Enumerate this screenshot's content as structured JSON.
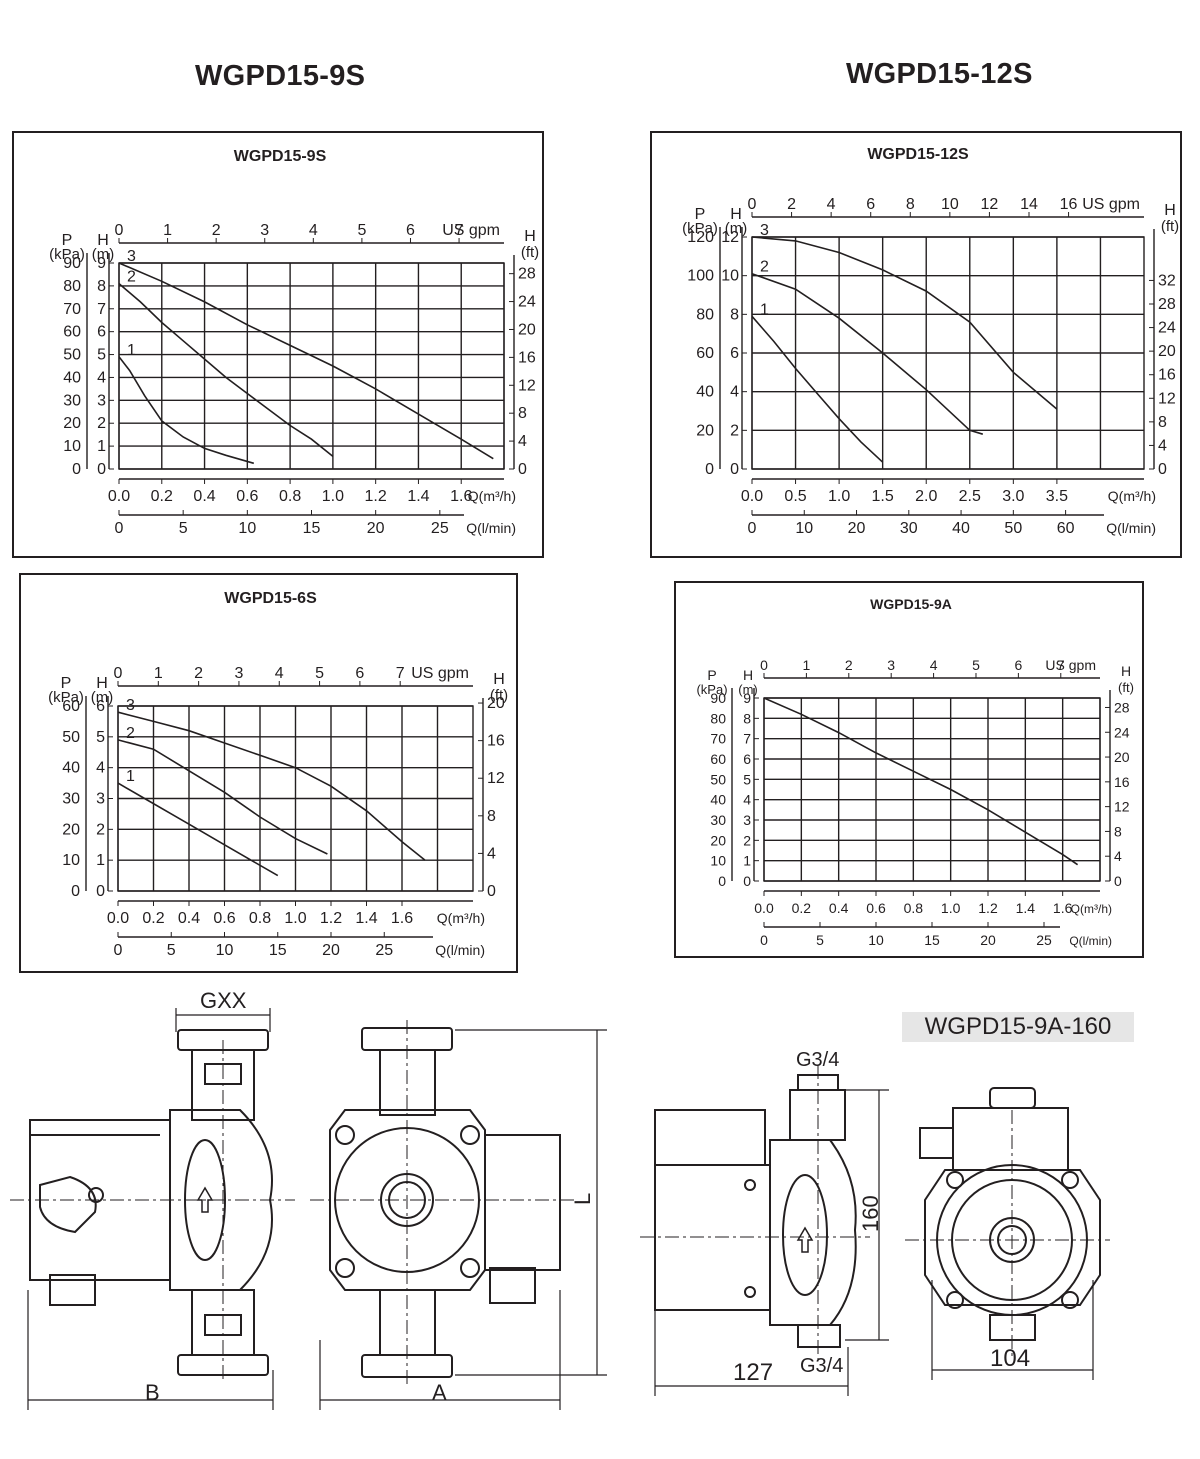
{
  "headings": {
    "left": "WGPD15-9S",
    "right": "WGPD15-12S"
  },
  "model_tag": "WGPD15-9A-160",
  "drawing_labels": {
    "gxx": "GXX",
    "b": "B",
    "a": "A",
    "l": "L",
    "g_top": "G3/4",
    "g_bottom": "G3/4",
    "h160": "160",
    "w127": "127",
    "w104": "104"
  },
  "chart_data": [
    {
      "id": "c9s",
      "type": "line",
      "title": "WGPD15-9S",
      "xlabel": "Q(m³/h)",
      "xlabel2": "Q(l/min)",
      "xlabel_top": "US gpm",
      "ylabel_p": "P (kPa)",
      "ylabel_h": "H (m)",
      "ylabel_ft": "H (ft)",
      "xlim": [
        0,
        1.8
      ],
      "ylim": [
        0,
        9
      ],
      "x_ticks": [
        "0.0",
        "0.2",
        "0.4",
        "0.6",
        "0.8",
        "1.0",
        "1.2",
        "1.4",
        "1.6"
      ],
      "h_ticks": [
        "0",
        "1",
        "2",
        "3",
        "4",
        "5",
        "6",
        "7",
        "8",
        "9"
      ],
      "p_ticks": [
        "0",
        "10",
        "20",
        "30",
        "40",
        "50",
        "60",
        "70",
        "80",
        "90"
      ],
      "ft_ticks": [
        "0",
        "4",
        "8",
        "12",
        "16",
        "20",
        "24",
        "28"
      ],
      "gpm_ticks": [
        "0",
        "1",
        "2",
        "3",
        "4",
        "5",
        "6",
        "7"
      ],
      "lmin_ticks": [
        "0",
        "5",
        "10",
        "15",
        "20",
        "25"
      ],
      "series": [
        {
          "name": "1",
          "x": [
            0,
            0.05,
            0.12,
            0.2,
            0.3,
            0.4,
            0.5,
            0.63
          ],
          "y": [
            4.9,
            4.3,
            3.2,
            2.1,
            1.4,
            0.9,
            0.6,
            0.25
          ]
        },
        {
          "name": "2",
          "x": [
            0,
            0.1,
            0.2,
            0.3,
            0.4,
            0.5,
            0.6,
            0.7,
            0.8,
            0.9,
            1.0
          ],
          "y": [
            8.1,
            7.3,
            6.4,
            5.6,
            4.8,
            4.0,
            3.3,
            2.6,
            1.9,
            1.3,
            0.55
          ]
        },
        {
          "name": "3",
          "x": [
            0,
            0.2,
            0.4,
            0.6,
            0.8,
            1.0,
            1.2,
            1.4,
            1.6,
            1.75
          ],
          "y": [
            9.0,
            8.2,
            7.3,
            6.3,
            5.4,
            4.5,
            3.5,
            2.4,
            1.3,
            0.45
          ]
        }
      ]
    },
    {
      "id": "c12s",
      "type": "line",
      "title": "WGPD15-12S",
      "xlabel": "Q(m³/h)",
      "xlabel2": "Q(l/min)",
      "xlabel_top": "US gpm",
      "ylabel_p": "P (kPa)",
      "ylabel_h": "H (m)",
      "ylabel_ft": "H (ft)",
      "xlim": [
        0,
        4.5
      ],
      "ylim": [
        0,
        12
      ],
      "x_ticks": [
        "0.0",
        "0.5",
        "1.0",
        "1.5",
        "2.0",
        "2.5",
        "3.0",
        "3.5"
      ],
      "h_ticks": [
        "0",
        "2",
        "4",
        "6",
        "8",
        "10",
        "12"
      ],
      "p_ticks": [
        "0",
        "20",
        "40",
        "60",
        "80",
        "100",
        "120"
      ],
      "ft_ticks": [
        "0",
        "4",
        "8",
        "12",
        "16",
        "20",
        "24",
        "28",
        "32"
      ],
      "gpm_ticks": [
        "0",
        "2",
        "4",
        "6",
        "8",
        "10",
        "12",
        "14",
        "16"
      ],
      "lmin_ticks": [
        "0",
        "10",
        "20",
        "30",
        "40",
        "50",
        "60"
      ],
      "series": [
        {
          "name": "1",
          "x": [
            0,
            0.25,
            0.5,
            0.75,
            1.0,
            1.25,
            1.5
          ],
          "y": [
            7.9,
            6.6,
            5.2,
            3.9,
            2.6,
            1.4,
            0.35
          ]
        },
        {
          "name": "2",
          "x": [
            0,
            0.5,
            1.0,
            1.5,
            2.0,
            2.5,
            2.65
          ],
          "y": [
            10.1,
            9.3,
            7.8,
            6.0,
            4.1,
            2.0,
            1.8
          ]
        },
        {
          "name": "3",
          "x": [
            0,
            0.5,
            1.0,
            1.5,
            2.0,
            2.5,
            3.0,
            3.5
          ],
          "y": [
            12.0,
            11.8,
            11.2,
            10.3,
            9.2,
            7.6,
            5.0,
            3.1
          ]
        }
      ]
    },
    {
      "id": "c6s",
      "type": "line",
      "title": "WGPD15-6S",
      "xlabel": "Q(m³/h)",
      "xlabel2": "Q(l/min)",
      "xlabel_top": "US gpm",
      "ylabel_p": "P (kPa)",
      "ylabel_h": "H (m)",
      "ylabel_ft": "H (ft)",
      "xlim": [
        0,
        2.0
      ],
      "ylim": [
        0,
        6
      ],
      "x_ticks": [
        "0.0",
        "0.2",
        "0.4",
        "0.6",
        "0.8",
        "1.0",
        "1.2",
        "1.4",
        "1.6"
      ],
      "h_ticks": [
        "0",
        "1",
        "2",
        "3",
        "4",
        "5",
        "6"
      ],
      "p_ticks": [
        "0",
        "10",
        "20",
        "30",
        "40",
        "50",
        "60"
      ],
      "ft_ticks": [
        "0",
        "4",
        "8",
        "12",
        "16",
        "20"
      ],
      "gpm_ticks": [
        "0",
        "1",
        "2",
        "3",
        "4",
        "5",
        "6",
        "7"
      ],
      "lmin_ticks": [
        "0",
        "5",
        "10",
        "15",
        "20",
        "25"
      ],
      "series": [
        {
          "name": "1",
          "x": [
            0,
            0.15,
            0.3,
            0.45,
            0.6,
            0.75,
            0.9
          ],
          "y": [
            3.5,
            3.0,
            2.5,
            2.0,
            1.5,
            1.0,
            0.5
          ]
        },
        {
          "name": "2",
          "x": [
            0,
            0.2,
            0.4,
            0.6,
            0.8,
            1.0,
            1.18
          ],
          "y": [
            4.9,
            4.6,
            3.9,
            3.2,
            2.4,
            1.7,
            1.2
          ]
        },
        {
          "name": "3",
          "x": [
            0,
            0.2,
            0.4,
            0.6,
            0.8,
            1.0,
            1.2,
            1.4,
            1.6,
            1.73
          ],
          "y": [
            5.8,
            5.5,
            5.2,
            4.8,
            4.4,
            4.0,
            3.4,
            2.6,
            1.6,
            1.0
          ]
        }
      ]
    },
    {
      "id": "c9a",
      "type": "line",
      "title": "WGPD15-9A",
      "xlabel": "Q(m³/h)",
      "xlabel2": "Q(l/min)",
      "xlabel_top": "US gpm",
      "ylabel_p": "P (kPa)",
      "ylabel_h": "H (m)",
      "ylabel_ft": "H (ft)",
      "xlim": [
        0,
        1.8
      ],
      "ylim": [
        0,
        9
      ],
      "x_ticks": [
        "0.0",
        "0.2",
        "0.4",
        "0.6",
        "0.8",
        "1.0",
        "1.2",
        "1.4",
        "1.6"
      ],
      "h_ticks": [
        "0",
        "1",
        "2",
        "3",
        "4",
        "5",
        "6",
        "7",
        "8",
        "9"
      ],
      "p_ticks": [
        "0",
        "10",
        "20",
        "30",
        "40",
        "50",
        "60",
        "70",
        "80",
        "90"
      ],
      "ft_ticks": [
        "0",
        "4",
        "8",
        "12",
        "16",
        "20",
        "24",
        "28"
      ],
      "gpm_ticks": [
        "0",
        "1",
        "2",
        "3",
        "4",
        "5",
        "6",
        "7"
      ],
      "lmin_ticks": [
        "0",
        "5",
        "10",
        "15",
        "20",
        "25"
      ],
      "series": [
        {
          "name": "",
          "x": [
            0,
            0.2,
            0.4,
            0.6,
            0.8,
            1.0,
            1.2,
            1.4,
            1.6,
            1.68
          ],
          "y": [
            9.0,
            8.2,
            7.3,
            6.3,
            5.4,
            4.5,
            3.5,
            2.4,
            1.3,
            0.8
          ]
        }
      ]
    }
  ]
}
